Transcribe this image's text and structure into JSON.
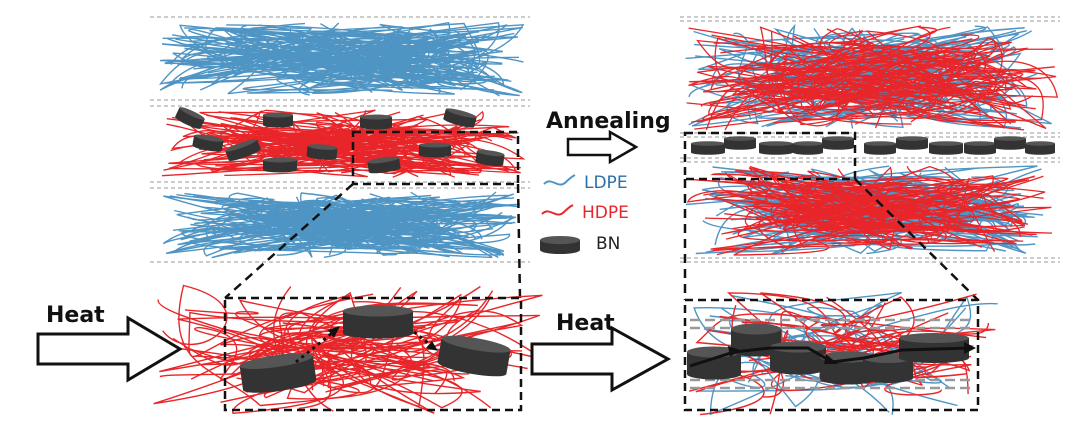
{
  "labels": {
    "annealing": "Annealing",
    "heat_left": "Heat",
    "heat_right": "Heat"
  },
  "legend": {
    "items": [
      {
        "key": "ldpe",
        "text": "LDPE",
        "color": "#2e6fa8"
      },
      {
        "key": "hdpe",
        "text": "HDPE",
        "color": "#e8262a"
      },
      {
        "key": "bn",
        "text": "BN",
        "color": "#2b2b2b"
      }
    ]
  },
  "colors": {
    "ldpe": "#4f95c4",
    "hdpe": "#e8262a",
    "bn": "#333333",
    "outline": "#111111",
    "dashes": "#999999"
  }
}
